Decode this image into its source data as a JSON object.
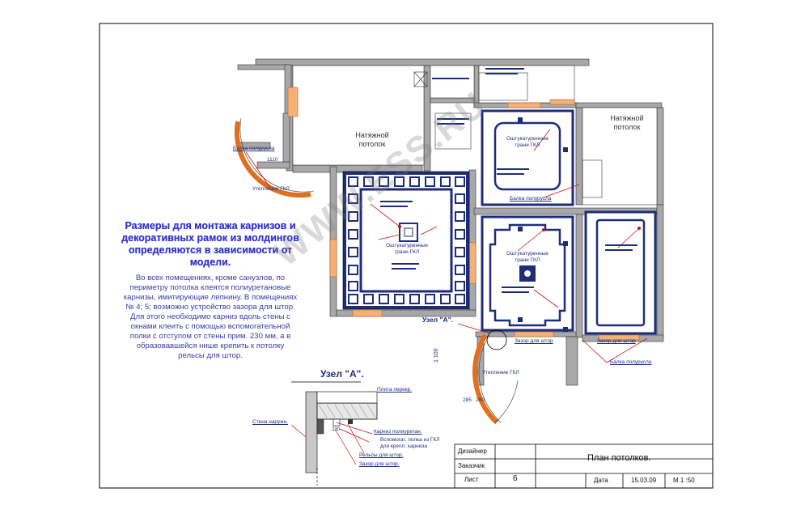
{
  "rooms": {
    "room_left_label": [
      "Натяжной",
      "потолок"
    ],
    "room_right_label": [
      "Натяжной",
      "потолок"
    ],
    "gkl_center_label": [
      "Оштукатуренные",
      "грани ГКЛ"
    ],
    "gkl_right_top_label": [
      "Оштукатуренные",
      "грани ГКЛ"
    ],
    "gkl_right_mid_label": [
      "Оштукатуренные",
      "грани ГКЛ"
    ]
  },
  "callouts": {
    "balcony_bar": "Балка полурусла",
    "ukrepl_gkl_left": "Утепление ГКЛ",
    "ukrepl_gkl_bottom": "Утепление ГКЛ",
    "balka_right": "Балка полурусла",
    "balka_bottom": "Балка полурусла",
    "zazor_shtor_1": "Зазор для штор",
    "zazor_shtor_2": "Зазор для штор",
    "uzel_callout": "Узел \"А\"."
  },
  "heading": [
    "Размеры для монтажа карнизов и",
    "декоративных рамок из молдингов",
    "определяются в зависимости от",
    "модели."
  ],
  "note": [
    "Во всех помещениях, кроме санузлов,  по",
    "периметру потолка клеятся полиуретановые",
    "карнизы, имитирующие лепнину.  В помещениях",
    "№ 4; 5;  возможно устройство зазора для штор.",
    "Для этого необходимо карниз вдоль стены с",
    "окнами  клеить с помощью вспомогательной",
    "полки с отступом от стены прим. 230 мм, а в",
    "образовавшейся нише крепить к потолку",
    "рельсы для штор."
  ],
  "detail": {
    "title": "Узел \"А\".",
    "plita": "Плита перекр.",
    "stena": "Стена наружн.",
    "karniz": "Карниз полиуретан.",
    "polka": "Вспомогат. полка из ГКЛ",
    "polka2": "для  крепл.  карниза",
    "relsy": "Рельсы для штор.",
    "zazor": "Зазор для штор.",
    "dim_230": "230"
  },
  "dims": {
    "d1110": "1110",
    "d1100": "1 100",
    "d285": "285",
    "d200": "200"
  },
  "watermark": "WWW.ESS.RU",
  "title_block": {
    "row1": "Дизайнер",
    "row2": "Заказчик",
    "row3": "Лист",
    "sheet_number": "6",
    "title": "План потолков.",
    "date_label": "Дата",
    "date": "15.03.09",
    "scale": "М 1 :50"
  }
}
